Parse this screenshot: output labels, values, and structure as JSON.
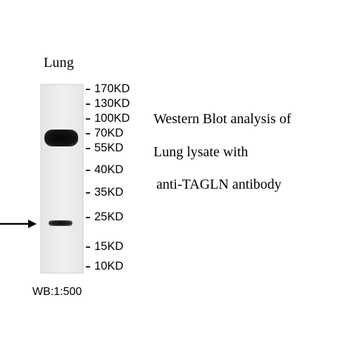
{
  "lane_label": "Lung",
  "markers": [
    "170KD",
    "130KD",
    "100KD",
    "70KD",
    "55KD",
    "40KD",
    "35KD",
    "25KD",
    "15KD",
    "10KD"
  ],
  "caption": {
    "line1": "Western Blot analysis of",
    "line2": "Lung lysate with",
    "line3": "anti-TAGLN antibody"
  },
  "dilution": "WB:1:500"
}
